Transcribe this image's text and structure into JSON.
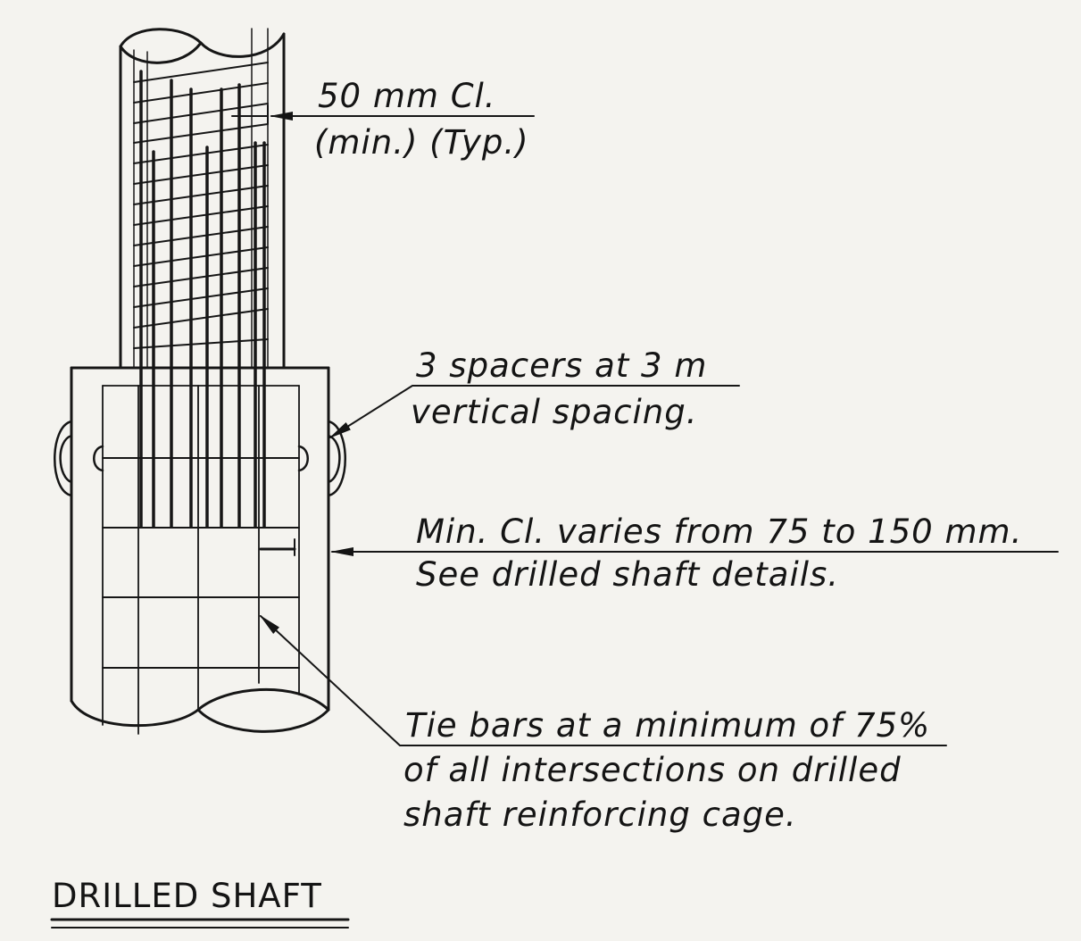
{
  "labels": {
    "cover_top": {
      "line1": "50 mm Cl.",
      "line2": "(min.) (Typ.)"
    },
    "spacers": {
      "line1": "3 spacers at 3 m",
      "line2": "vertical spacing."
    },
    "min_cover": {
      "line1": "Min. Cl. varies from 75 to 150 mm.",
      "line2": "See drilled shaft details."
    },
    "tie_bars": {
      "line1": "Tie bars at a minimum of 75%",
      "line2": "of all intersections on drilled",
      "line3": "shaft reinforcing cage."
    }
  },
  "title": "DRILLED SHAFT"
}
